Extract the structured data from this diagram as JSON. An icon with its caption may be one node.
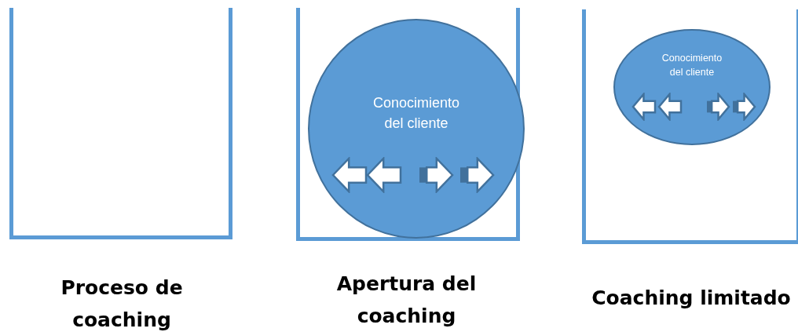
{
  "diagram": {
    "nodes": [
      {
        "text": [],
        "shape": "box",
        "beside": [
          "Proceso de coaching"
        ]
      },
      {
        "text": [],
        "shape": "box",
        "beside": [
          "Apertura del coaching"
        ]
      },
      {
        "text": [
          "Conocimiento del cliente"
        ],
        "in": 1
      },
      {
        "text": [],
        "shape": "box",
        "beside": [
          "Coaching limitado"
        ]
      },
      {
        "text": [
          "Conocimiento del cliente"
        ],
        "in": 3
      }
    ]
  }
}
